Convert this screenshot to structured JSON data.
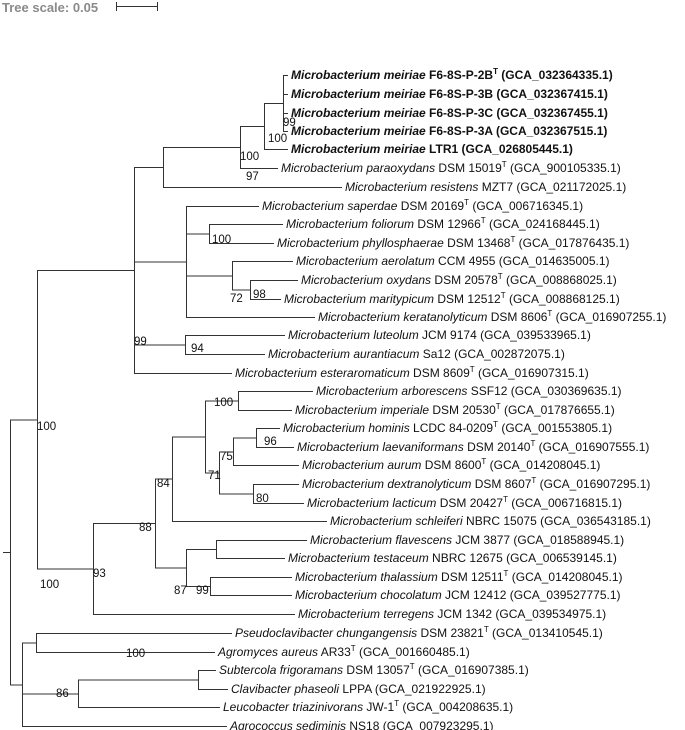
{
  "scale": {
    "label": "Tree scale: 0.05"
  },
  "colors": {
    "red": "#dd1111",
    "blue": "#1a6fa8",
    "black": "#111111",
    "title": "#8a8a8a"
  },
  "taxa": [
    {
      "id": "t1",
      "species": "Microbacterium meiriae",
      "strain": "F6-8S-P-2B",
      "type": true,
      "acc": "(GCA_032364335.1)",
      "color": "red",
      "bold": true
    },
    {
      "id": "t2",
      "species": "Microbacterium meiriae",
      "strain": "F6-8S-P-3B",
      "type": false,
      "acc": "(GCA_032367415.1)",
      "color": "red",
      "bold": true
    },
    {
      "id": "t3",
      "species": "Microbacterium meiriae",
      "strain": "F6-8S-P-3C",
      "type": false,
      "acc": "(GCA_032367455.1)",
      "color": "red",
      "bold": true
    },
    {
      "id": "t4",
      "species": "Microbacterium meiriae",
      "strain": "F6-8S-P-3A",
      "type": false,
      "acc": "(GCA_032367515.1)",
      "color": "red",
      "bold": true
    },
    {
      "id": "t5",
      "species": "Microbacterium meiriae",
      "strain": "LTR1",
      "type": false,
      "acc": "(GCA_026805445.1)",
      "color": "blue",
      "bold": true
    },
    {
      "id": "t6",
      "species": "Microbacterium paraoxydans",
      "strain": "DSM 15019",
      "type": true,
      "acc": "(GCA_900105335.1)",
      "color": "black",
      "bold": false
    },
    {
      "id": "t7",
      "species": "Microbacterium resistens",
      "strain": "MZT7",
      "type": false,
      "acc": "(GCA_021172025.1)",
      "color": "black",
      "bold": false
    },
    {
      "id": "t8",
      "species": "Microbacterium saperdae",
      "strain": "DSM 20169",
      "type": true,
      "acc": "(GCA_006716345.1)",
      "color": "black",
      "bold": false
    },
    {
      "id": "t9",
      "species": "Microbacterium foliorum",
      "strain": "DSM 12966",
      "type": true,
      "acc": "(GCA_024168445.1)",
      "color": "black",
      "bold": false
    },
    {
      "id": "t10",
      "species": "Microbacterium phyllosphaerae",
      "strain": "DSM 13468",
      "type": true,
      "acc": "(GCA_017876435.1)",
      "color": "black",
      "bold": false
    },
    {
      "id": "t11",
      "species": "Microbacterium aerolatum",
      "strain": "CCM 4955",
      "type": false,
      "acc": "(GCA_014635005.1)",
      "color": "black",
      "bold": false
    },
    {
      "id": "t12",
      "species": "Microbacterium oxydans",
      "strain": "DSM 20578",
      "type": true,
      "acc": "(GCA_008868025.1)",
      "color": "black",
      "bold": false
    },
    {
      "id": "t13",
      "species": "Microbacterium maritypicum",
      "strain": "DSM 12512",
      "type": true,
      "acc": "(GCA_008868125.1)",
      "color": "black",
      "bold": false
    },
    {
      "id": "t14",
      "species": "Microbacterium keratanolyticum",
      "strain": "DSM 8606",
      "type": true,
      "acc": "(GCA_016907255.1)",
      "color": "black",
      "bold": false
    },
    {
      "id": "t15",
      "species": "Microbacterium luteolum",
      "strain": "JCM 9174",
      "type": false,
      "acc": "(GCA_039533965.1)",
      "color": "black",
      "bold": false
    },
    {
      "id": "t16",
      "species": "Microbacterium aurantiacum",
      "strain": "Sa12",
      "type": false,
      "acc": "(GCA_002872075.1)",
      "color": "black",
      "bold": false
    },
    {
      "id": "t17",
      "species": "Microbacterium esteraromaticum",
      "strain": "DSM 8609",
      "type": true,
      "acc": "(GCA_016907315.1)",
      "color": "black",
      "bold": false
    },
    {
      "id": "t18",
      "species": "Microbacterium arborescens",
      "strain": "SSF12",
      "type": false,
      "acc": "(GCA_030369635.1)",
      "color": "black",
      "bold": false
    },
    {
      "id": "t19",
      "species": "Microbacterium imperiale",
      "strain": "DSM 20530",
      "type": true,
      "acc": "(GCA_017876655.1)",
      "color": "black",
      "bold": false
    },
    {
      "id": "t20",
      "species": "Microbacterium hominis",
      "strain": "LCDC 84-0209",
      "type": true,
      "acc": "(GCA_001553805.1)",
      "color": "black",
      "bold": false
    },
    {
      "id": "t21",
      "species": "Microbacterium laevaniformans",
      "strain": "DSM 20140",
      "type": true,
      "acc": "(GCA_016907555.1)",
      "color": "black",
      "bold": false
    },
    {
      "id": "t22",
      "species": "Microbacterium aurum",
      "strain": "DSM 8600",
      "type": true,
      "acc": "(GCA_014208045.1)",
      "color": "black",
      "bold": false
    },
    {
      "id": "t23",
      "species": "Microbacterium dextranolyticum",
      "strain": "DSM 8607",
      "type": true,
      "acc": "(GCA_016907295.1)",
      "color": "black",
      "bold": false
    },
    {
      "id": "t24",
      "species": "Microbacterium lacticum",
      "strain": "DSM 20427",
      "type": true,
      "acc": "(GCA_006716815.1)",
      "color": "black",
      "bold": false
    },
    {
      "id": "t25",
      "species": "Microbacterium schleiferi",
      "strain": "NBRC 15075",
      "type": false,
      "acc": "(GCA_036543185.1)",
      "color": "black",
      "bold": false
    },
    {
      "id": "t26",
      "species": "Microbacterium flavescens",
      "strain": "JCM 3877",
      "type": false,
      "acc": "(GCA_018588945.1)",
      "color": "black",
      "bold": false
    },
    {
      "id": "t27",
      "species": "Microbacterium testaceum",
      "strain": "NBRC 12675",
      "type": false,
      "acc": "(GCA_006539145.1)",
      "color": "black",
      "bold": false
    },
    {
      "id": "t28",
      "species": "Microbacterium thalassium",
      "strain": "DSM 12511",
      "type": true,
      "acc": "(GCA_014208045.1)",
      "color": "black",
      "bold": false
    },
    {
      "id": "t29",
      "species": "Microbacterium chocolatum",
      "strain": "JCM 12412",
      "type": false,
      "acc": "(GCA_039527775.1)",
      "color": "black",
      "bold": false
    },
    {
      "id": "t30",
      "species": "Microbacterium terregens",
      "strain": "JCM 1342",
      "type": false,
      "acc": "(GCA_039534975.1)",
      "color": "black",
      "bold": false
    },
    {
      "id": "t31",
      "species": "Pseudoclavibacter chungangensis",
      "strain": "DSM 23821",
      "type": true,
      "acc": "(GCA_013410545.1)",
      "color": "black",
      "bold": false
    },
    {
      "id": "t32",
      "species": "Agromyces aureus",
      "strain": "AR33",
      "type": true,
      "acc": "(GCA_001660485.1)",
      "color": "black",
      "bold": false
    },
    {
      "id": "t33",
      "species": "Subtercola frigoramans",
      "strain": "DSM 13057",
      "type": true,
      "acc": "(GCA_016907385.1)",
      "color": "black",
      "bold": false
    },
    {
      "id": "t34",
      "species": "Clavibacter phaseoli",
      "strain": "LPPA",
      "type": false,
      "acc": "(GCA_021922925.1)",
      "color": "black",
      "bold": false
    },
    {
      "id": "t35",
      "species": "Leucobacter triazinivorans",
      "strain": "JW-1",
      "type": true,
      "acc": "(GCA_004208635.1)",
      "color": "black",
      "bold": false
    },
    {
      "id": "t36",
      "species": "Agrococcus sediminis",
      "strain": "NS18",
      "type": false,
      "acc": "(GCA_007923295.1)",
      "color": "black",
      "bold": false
    }
  ],
  "bootstrap": [
    "99",
    "100",
    "100",
    "97",
    "100",
    "98",
    "72",
    "94",
    "99",
    "100",
    "96",
    "75",
    "71",
    "80",
    "100",
    "84",
    "88",
    "87",
    "99",
    "93",
    "100",
    "100",
    "86"
  ],
  "superscript_type": "T"
}
